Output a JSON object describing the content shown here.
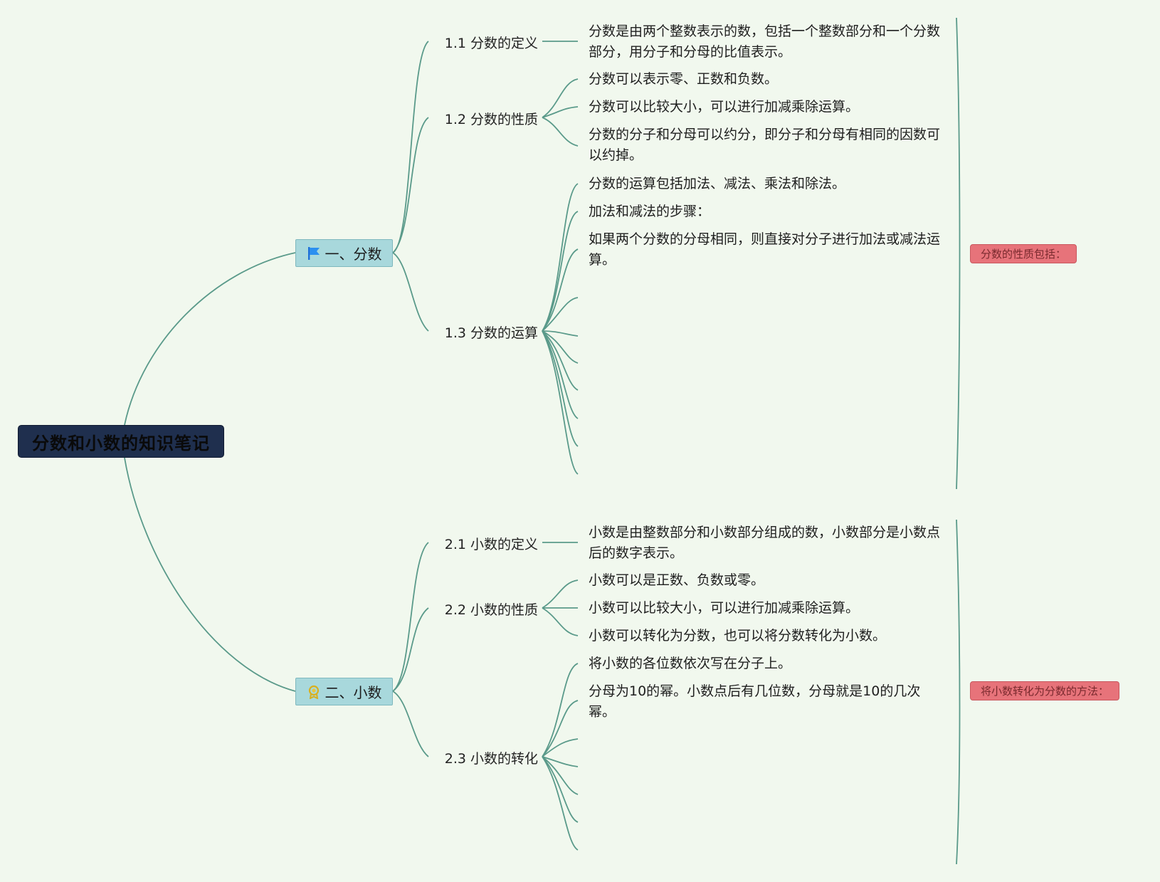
{
  "root": {
    "title": "分数和小数的知识笔记"
  },
  "branches": [
    {
      "label": "一、分数",
      "icon": "blue-flag-icon",
      "subs": [
        {
          "label": "1.1 分数的定义",
          "leaves": [
            "分数是由两个整数表示的数，包括一个整数部分和一个分数部分，用分子和分母的比值表示。"
          ]
        },
        {
          "label": "1.2 分数的性质",
          "leaves": [
            "分数可以表示零、正数和负数。",
            "分数可以比较大小，可以进行加减乘除运算。",
            "分数的分子和分母可以约分，即分子和分母有相同的因数可以约掉。"
          ]
        },
        {
          "label": "1.3 分数的运算",
          "leaves": [
            "分数的运算包括加法、减法、乘法和除法。",
            "加法和减法的步骤：",
            "如果两个分数的分母相同，则直接对分子进行加法或减法运算。"
          ]
        }
      ],
      "summary": "分数的性质包括："
    },
    {
      "label": "二、小数",
      "icon": "gold-badge-icon",
      "subs": [
        {
          "label": "2.1 小数的定义",
          "leaves": [
            "小数是由整数部分和小数部分组成的数，小数部分是小数点后的数字表示。"
          ]
        },
        {
          "label": "2.2 小数的性质",
          "leaves": [
            "小数可以是正数、负数或零。",
            "小数可以比较大小，可以进行加减乘除运算。",
            "小数可以转化为分数，也可以将分数转化为小数。"
          ]
        },
        {
          "label": "2.3 小数的转化",
          "leaves": [
            "将小数的各位数依次写在分子上。",
            "分母为10的幂。小数点后有几位数，分母就是10的几次幂。"
          ]
        }
      ],
      "summary": "将小数转化为分数的方法："
    }
  ],
  "colors": {
    "line": "#5a9a8a",
    "root_bg": "#1f2f4e",
    "main_bg": "#a8d8dc",
    "summary_bg": "#e7737a"
  }
}
